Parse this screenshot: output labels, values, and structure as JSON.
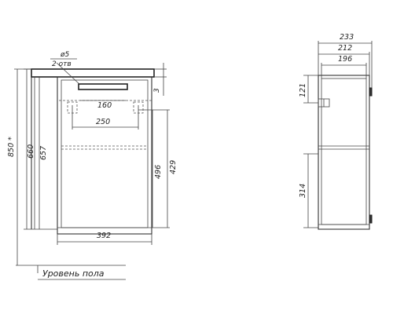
{
  "front_view": {
    "dims": {
      "total_height": "850 *",
      "cabinet_height": "660",
      "body_height": "657",
      "width_392": "392",
      "width_250": "250",
      "width_160": "160",
      "height_496": "496",
      "height_429": "429",
      "top_3": "3",
      "hole_dia": "ø5",
      "hole_count": "2 отв"
    }
  },
  "side_view": {
    "dims": {
      "depth_233": "233",
      "depth_212": "212",
      "depth_196": "196",
      "height_121": "121",
      "height_314": "314"
    }
  },
  "floor_label": "Уровень пола"
}
